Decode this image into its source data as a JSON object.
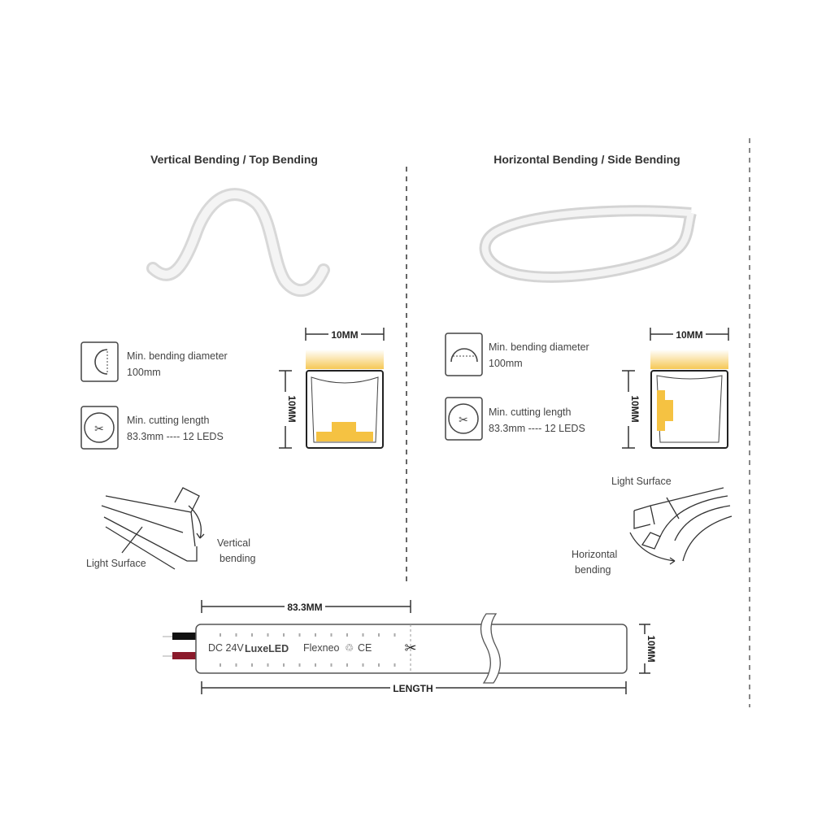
{
  "left_panel": {
    "title": "Vertical Bending / Top Bending",
    "bend_spec": {
      "label": "Min. bending diameter",
      "value": "100mm"
    },
    "cut_spec": {
      "label": "Min. cutting length",
      "value": "83.3mm ---- 12 LEDS"
    },
    "width_dim": "10MM",
    "height_dim": "10MM",
    "light_surface_label": "Light Surface",
    "bending_label_1": "Vertical",
    "bending_label_2": "bending"
  },
  "right_panel": {
    "title": "Horizontal Bending / Side Bending",
    "bend_spec": {
      "label": "Min. bending diameter",
      "value": "100mm"
    },
    "cut_spec": {
      "label": "Min. cutting length",
      "value": "83.3mm ---- 12 LEDS"
    },
    "width_dim": "10MM",
    "height_dim": "10MM",
    "light_surface_label": "Light Surface",
    "bending_label_1": "Horizontal",
    "bending_label_2": "bending"
  },
  "strip": {
    "cut_dim": "83.3MM",
    "voltage": "DC 24V",
    "brand": "LuxeLED",
    "product": "Flexneo",
    "cert": "CE",
    "height_dim": "10MM",
    "length_label": "LENGTH"
  },
  "colors": {
    "led": "#f5c242",
    "line": "#333333",
    "wire_red": "#8b1a2b"
  }
}
